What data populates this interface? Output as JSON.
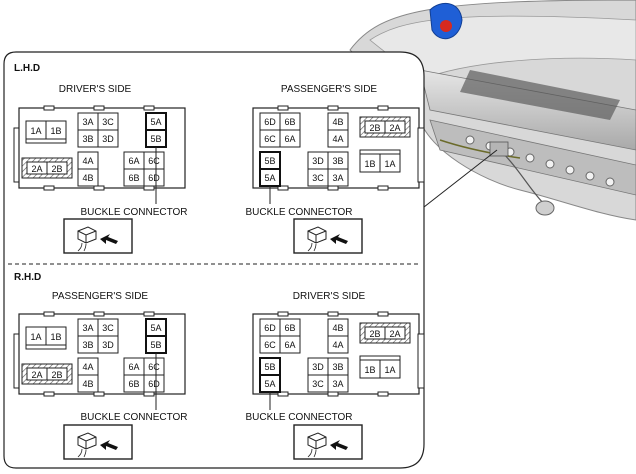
{
  "sections": {
    "lhd": "L.H.D",
    "rhd": "R.H.D"
  },
  "sides": {
    "lhd_left": "DRIVER'S SIDE",
    "lhd_right": "PASSENGER'S SIDE",
    "rhd_left": "PASSENGER'S SIDE",
    "rhd_right": "DRIVER'S SIDE"
  },
  "buckle_label": "BUCKLE CONNECTOR",
  "connectors": {
    "driver_style": {
      "pins_1a1b": [
        "1A",
        "1B"
      ],
      "pins_3x": [
        [
          "3A",
          "3C"
        ],
        [
          "3B",
          "3D"
        ]
      ],
      "pins_5x": [
        "5A",
        "5B"
      ],
      "pins_2x": [
        "2A",
        "2B"
      ],
      "pins_4x": [
        "4A",
        "4B"
      ],
      "pins_6x": [
        [
          "6A",
          "6C"
        ],
        [
          "6B",
          "6D"
        ]
      ]
    },
    "passenger_style": {
      "pins_6x": [
        [
          "6D",
          "6B"
        ],
        [
          "6C",
          "6A"
        ]
      ],
      "pins_4x": [
        "4B",
        "4A"
      ],
      "pins_2x": [
        "2B",
        "2A"
      ],
      "pins_5x": [
        "5B",
        "5A"
      ],
      "pins_3x": [
        [
          "3D",
          "3B"
        ],
        [
          "3C",
          "3A"
        ]
      ],
      "pins_1x": [
        "1B",
        "1A"
      ]
    }
  },
  "colors": {
    "line": "#222222",
    "hatch": "#555555",
    "seat_gray": "#c9c9c9",
    "accent_blue": "#1f5fd6",
    "accent_red": "#d62a1f"
  }
}
